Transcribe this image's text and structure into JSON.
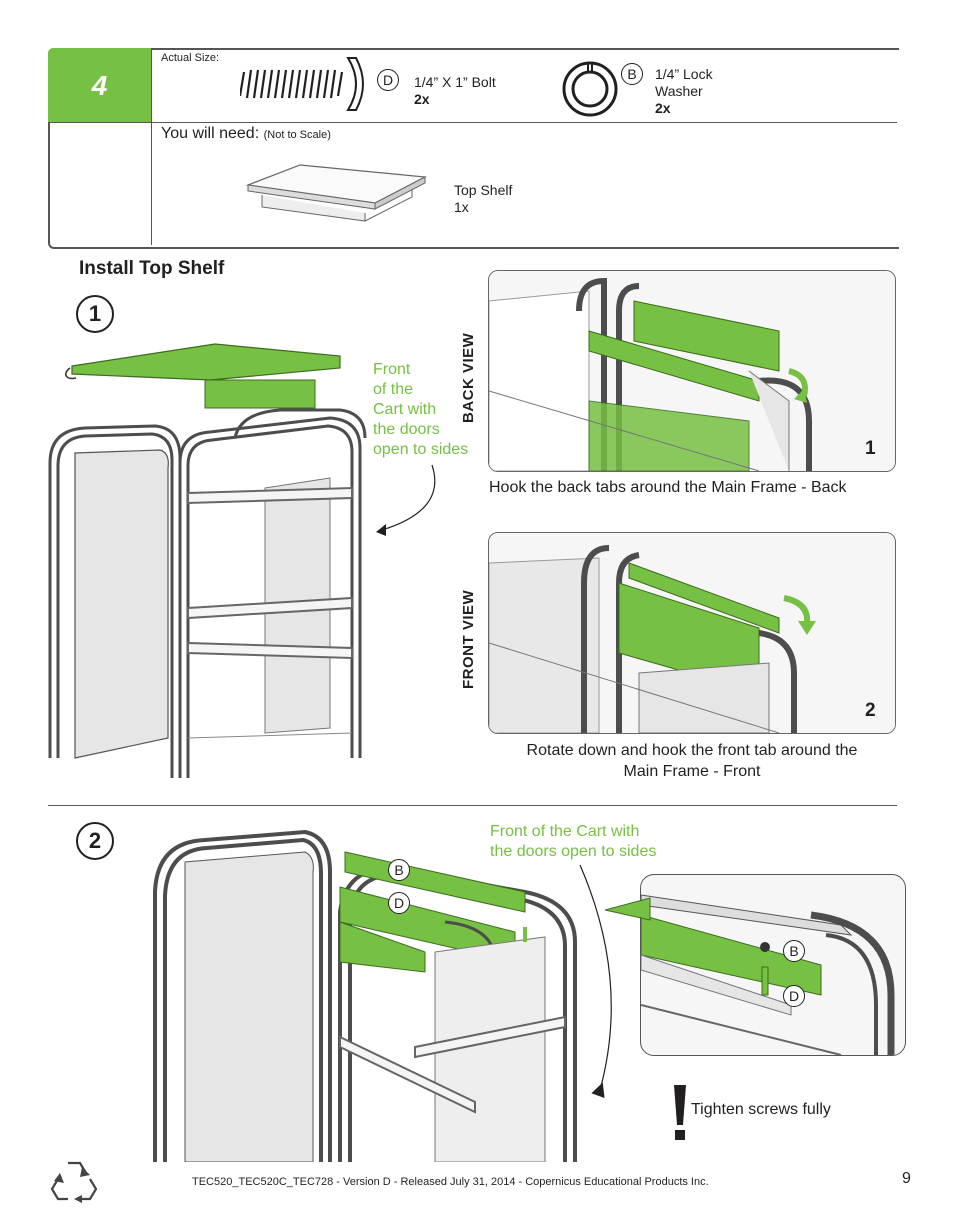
{
  "step": {
    "number": "4"
  },
  "hardware": {
    "actual_size_label": "Actual Size:",
    "bolt": {
      "letter": "D",
      "name": "1/4” X 1” Bolt",
      "qty": "2x"
    },
    "washer": {
      "letter": "B",
      "name_line1": "1/4” Lock",
      "name_line2": "Washer",
      "qty": "2x"
    }
  },
  "need": {
    "label": "You will need:",
    "note": "(Not to Scale)",
    "item_name": "Top Shelf",
    "item_qty": "1x"
  },
  "section_title": "Install Top Shelf",
  "step1": {
    "number": "1",
    "front_note": [
      "Front",
      "of the",
      "Cart with",
      "the doors",
      "open to sides"
    ],
    "back_view": {
      "label": "BACK VIEW",
      "index": "1",
      "caption": "Hook the back tabs around the Main Frame - Back"
    },
    "front_view": {
      "label": "FRONT VIEW",
      "index": "2",
      "caption_line1": "Rotate down and hook the front tab around the",
      "caption_line2": "Main Frame - Front"
    }
  },
  "step2": {
    "number": "2",
    "front_note_line1": "Front of the Cart with",
    "front_note_line2": "the doors open to sides",
    "callout_b": "B",
    "callout_d": "D",
    "warning": "Tighten screws fully"
  },
  "footer": {
    "doc_id": "TEC520_TEC520C_TEC728 - Version D - Released July 31, 2014 - Copernicus Educational Products Inc.",
    "page": "9"
  },
  "colors": {
    "accent": "#76c043",
    "frame": "#4d4d4d",
    "panel": "#e6e6e6"
  }
}
